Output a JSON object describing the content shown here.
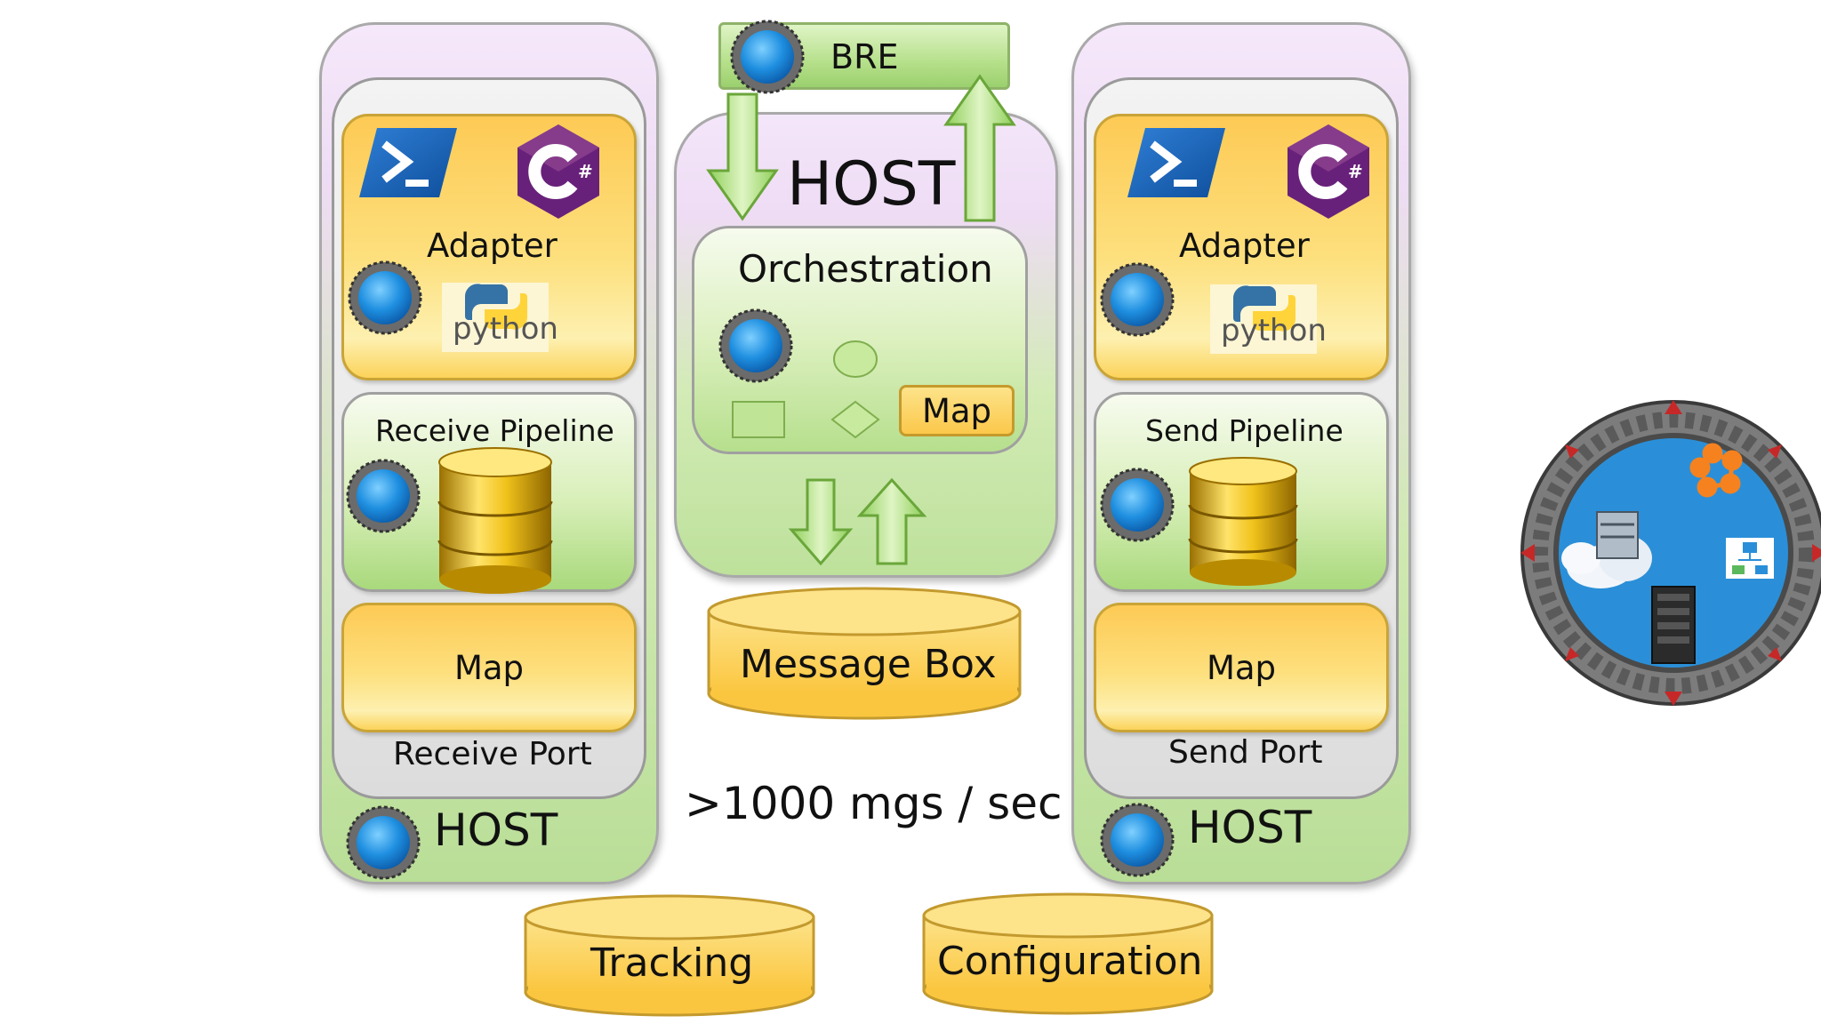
{
  "colors": {
    "gold": "#fdd86a",
    "green": "#c7e6a3",
    "lavender": "#f0def5",
    "blue_node": "#1e88e5",
    "ring": "#555555"
  },
  "icons": {
    "powershell": "powershell-icon",
    "csharp": "csharp-icon",
    "python": "python-icon",
    "database": "database-icon",
    "biztalk_logo": "stargate-logo"
  },
  "left": {
    "adapter": "Adapter",
    "python_label": "python",
    "pipeline": "Receive Pipeline",
    "map": "Map",
    "port": "Receive Port",
    "host": "HOST"
  },
  "center": {
    "bre": "BRE",
    "host": "HOST",
    "orchestration": "Orchestration",
    "map": "Map",
    "message_box": "Message Box",
    "rate": ">1000 mgs / sec"
  },
  "right": {
    "adapter": "Adapter",
    "python_label": "python",
    "pipeline": "Send Pipeline",
    "map": "Map",
    "port": "Send Port",
    "host": "HOST"
  },
  "databases": {
    "tracking": "Tracking",
    "configuration": "Configuration"
  }
}
